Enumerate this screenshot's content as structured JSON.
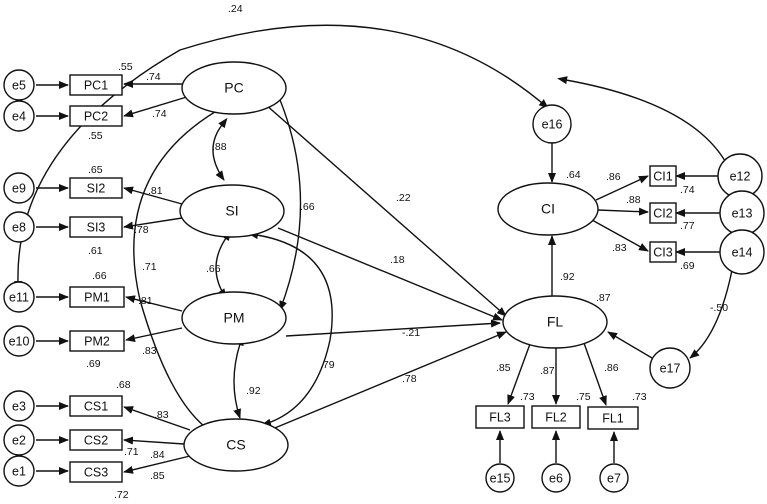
{
  "latent": {
    "PC": "PC",
    "SI": "SI",
    "PM": "PM",
    "CS": "CS",
    "CI": "CI",
    "FL": "FL"
  },
  "observed": {
    "PC1": "PC1",
    "PC2": "PC2",
    "SI2": "SI2",
    "SI3": "SI3",
    "PM1": "PM1",
    "PM2": "PM2",
    "CS1": "CS1",
    "CS2": "CS2",
    "CS3": "CS3",
    "CI1": "CI1",
    "CI2": "CI2",
    "CI3": "CI3",
    "FL3": "FL3",
    "FL2": "FL2",
    "FL1": "FL1"
  },
  "errors": {
    "e1": "e1",
    "e2": "e2",
    "e3": "e3",
    "e4": "e4",
    "e5": "e5",
    "e6": "e6",
    "e7": "e7",
    "e8": "e8",
    "e9": "e9",
    "e10": "e10",
    "e11": "e11",
    "e12": "e12",
    "e13": "e13",
    "e14": "e14",
    "e15": "e15",
    "e16": "e16",
    "e17": "e17"
  },
  "coefficients": {
    "pc_pc1": ".74",
    "pc_pc2": ".74",
    "r2_pc1": ".55",
    "r2_pc2": ".55",
    "si_si2": ".81",
    "si_si3": ".78",
    "r2_si2": ".65",
    "r2_si3": ".61",
    "pm_pm1": ".81",
    "pm_pm2": ".83",
    "r2_pm1": ".66",
    "r2_pm2": ".69",
    "cs_cs1": ".83",
    "cs_cs2": ".84",
    "cs_cs3": ".85",
    "r2_cs1": ".68",
    "r2_cs2": ".71",
    "r2_cs3": ".72",
    "ci_ci1": ".86",
    "ci_ci2": ".88",
    "ci_ci3": ".83",
    "r2_ci1": ".74",
    "r2_ci2": ".77",
    "r2_ci3": ".69",
    "fl_fl3": ".85",
    "fl_fl2": ".87",
    "fl_fl1": ".86",
    "r2_fl3": ".73",
    "r2_fl2": ".75",
    "r2_fl1": ".73",
    "pc_si_cov": ".88",
    "pc_pm_cov": ".66",
    "si_pm_cov": ".66",
    "pc_cs_cov": ".71",
    "si_cs_cov": ".79",
    "pm_cs_cov": ".92",
    "pc_fl": ".22",
    "si_fl": ".18",
    "pm_fl": "-.21",
    "cs_fl": ".78",
    "fl_ci": ".92",
    "r2_ci": ".64",
    "r2_fl": ".87",
    "e11_e16": ".24",
    "e16_e17": "-.50"
  }
}
